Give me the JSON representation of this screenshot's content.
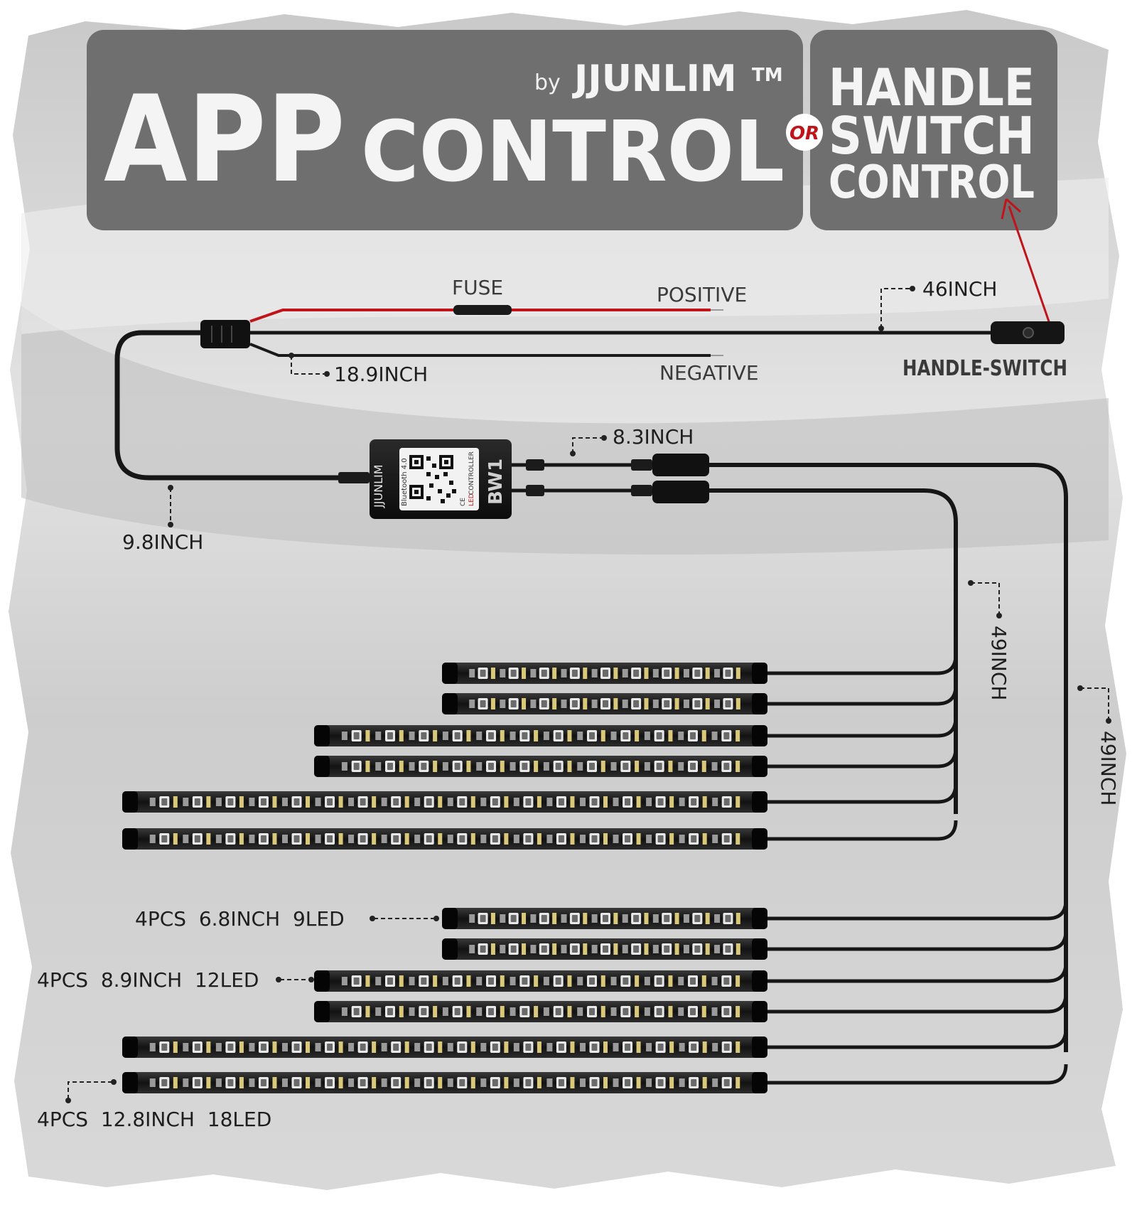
{
  "header": {
    "brand_prefix": "by",
    "brand": "JJUNLIM",
    "trademark": "TM",
    "title_app": "APP",
    "title_control": "CONTROL",
    "or": "OR",
    "right_line1": "HANDLE",
    "right_line2": "SWITCH",
    "right_line3": "CONTROL"
  },
  "wiring": {
    "fuse": "FUSE",
    "positive": "POSITIVE",
    "negative": "NEGATIVE",
    "len_18_9": "18.9INCH",
    "len_46": "46INCH",
    "handle_switch": "HANDLE-SWITCH",
    "len_8_3": "8.3INCH",
    "len_9_8": "9.8INCH",
    "len_49_a": "49INCH",
    "len_49_b": "49INCH"
  },
  "controller": {
    "brand": "JJUNLIM",
    "model": "BW1",
    "bluetooth": "Bluetooth 4.0",
    "led": "LED",
    "controller": "CONTROLLER",
    "ce": "CE"
  },
  "strips": {
    "label_68": "4PCS  6.8INCH  9LED",
    "label_89": "4PCS  8.9INCH  12LED",
    "label_128": "4PCS  12.8INCH  18LED"
  },
  "colors": {
    "banner": "#6f6f6f",
    "cable": "#111111",
    "positive_wire": "#c0141b",
    "or_badge": "#c0141b",
    "background": "#d6d6d6"
  }
}
